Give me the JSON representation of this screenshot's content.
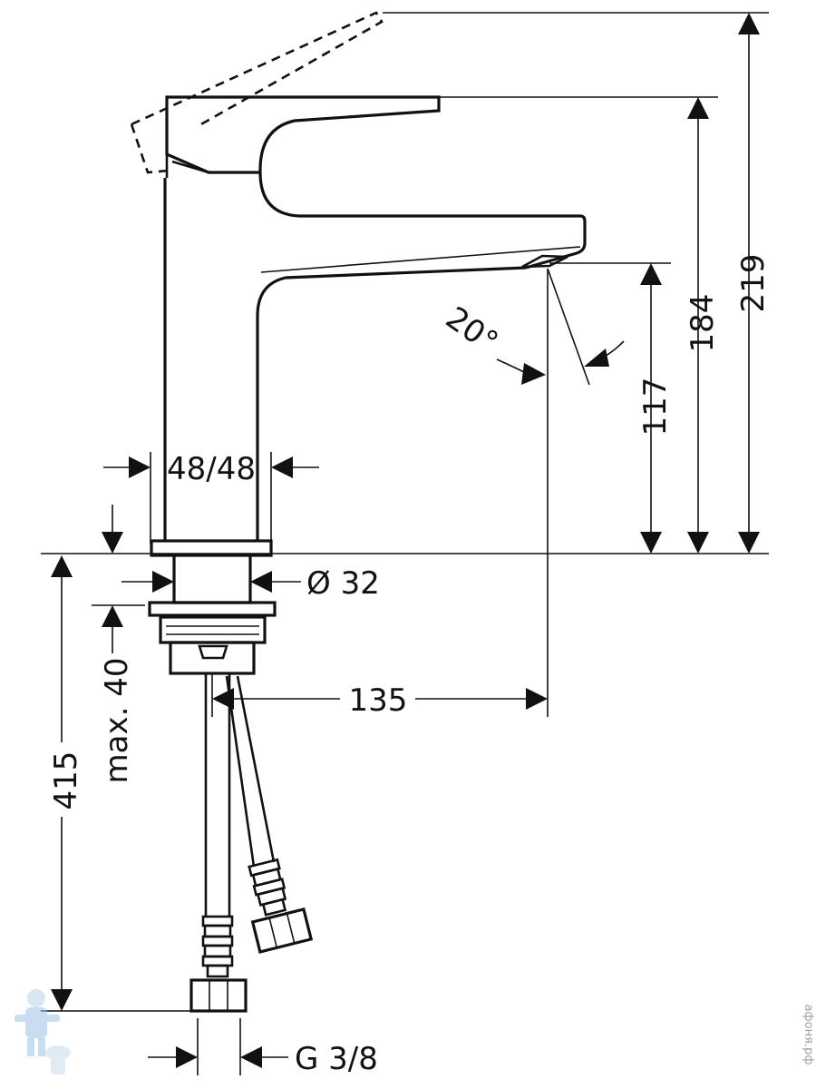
{
  "dimensions": {
    "total_height": "219",
    "lever_height": "184",
    "spout_height": "117",
    "body_width": "48/48",
    "shank_diameter": "Ø 32",
    "spout_reach": "135",
    "max_deck_thickness": "max. 40",
    "hose_length": "415",
    "connection_thread": "G 3/8",
    "spout_angle": "20°"
  },
  "watermark": {
    "text": "афоня.рф"
  },
  "colors": {
    "line": "#111111",
    "background": "#ffffff",
    "watermark": "#9aa3ad"
  }
}
